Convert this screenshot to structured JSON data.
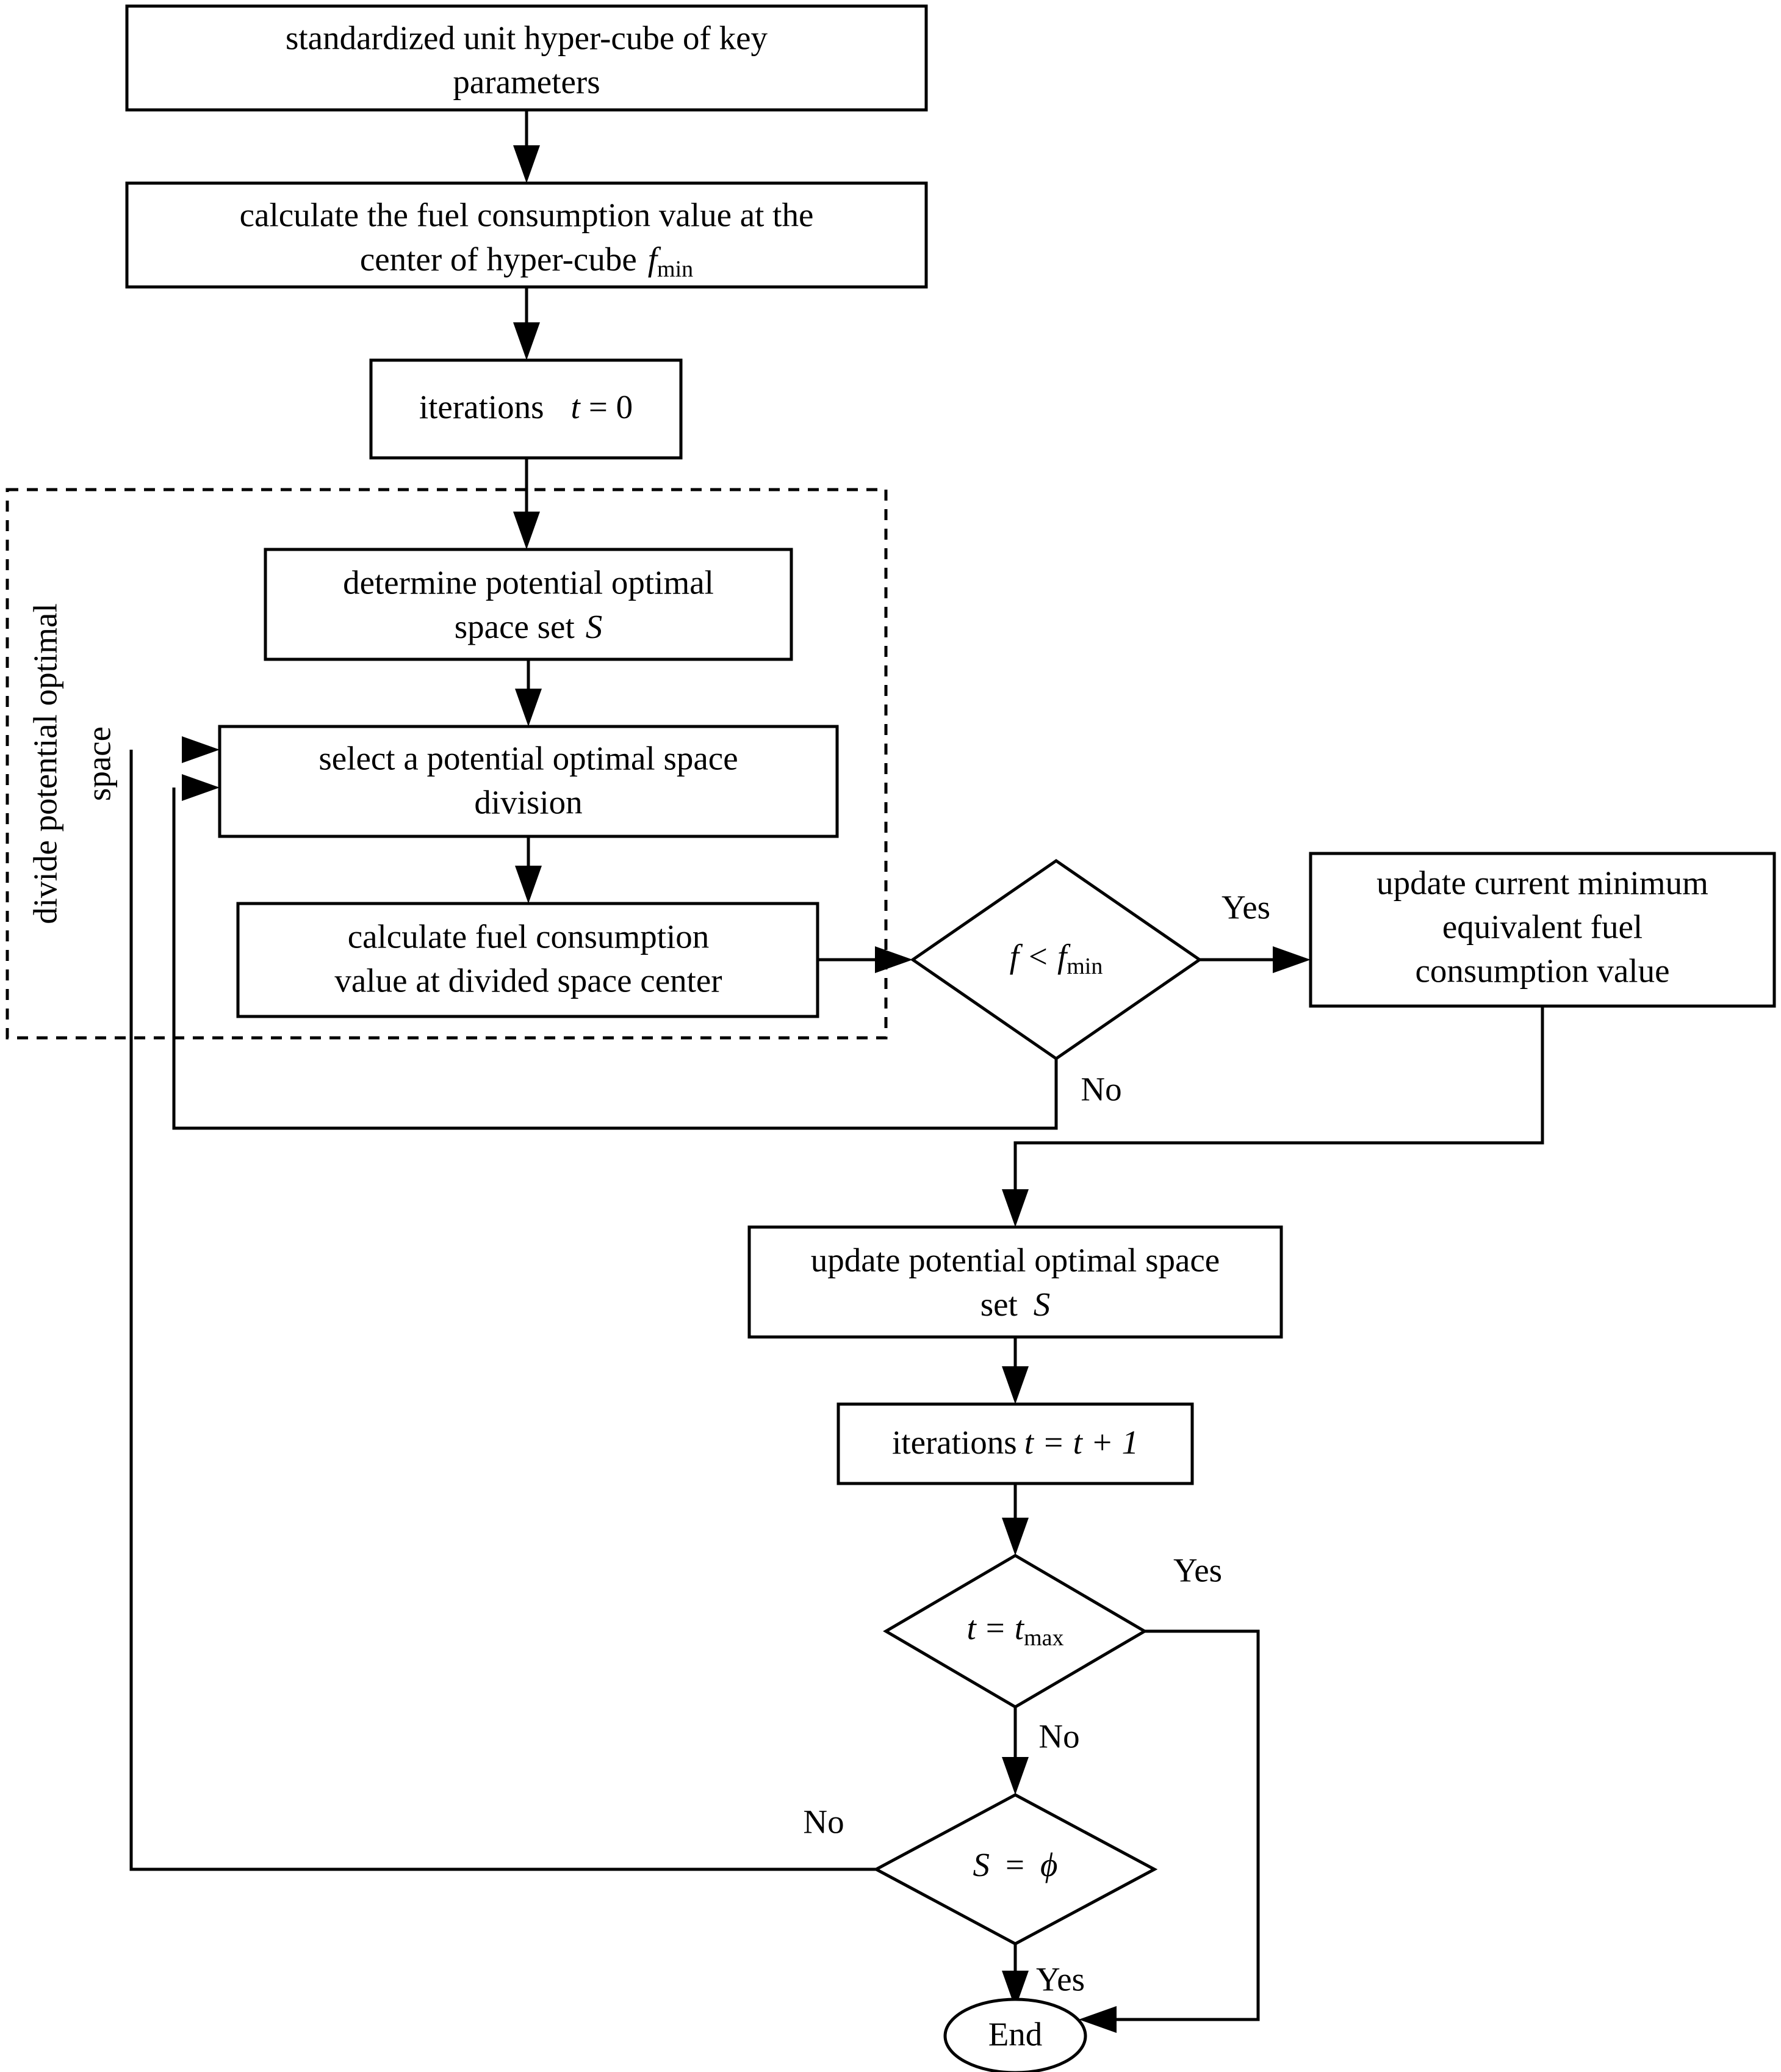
{
  "diagram": {
    "title": "DIRECT global optimization flowchart for minimum equivalent fuel consumption",
    "type": "flowchart",
    "colors": {
      "stroke": "#000000",
      "fill": "#ffffff",
      "text": "#000000"
    },
    "group_label": "divide potential optimal space",
    "nodes": [
      {
        "id": "start",
        "shape": "rect",
        "lines": [
          "standardized unit hyper-cube of key",
          "parameters"
        ]
      },
      {
        "id": "calc_fmin",
        "shape": "rect",
        "lines": [
          "calculate the fuel consumption value at the",
          "center of hyper-cube "
        ],
        "math": "f_min"
      },
      {
        "id": "iter0",
        "shape": "rect",
        "lines": [
          "iterations"
        ],
        "math": "t = 0"
      },
      {
        "id": "determine_s",
        "shape": "rect",
        "lines": [
          "determine potential optimal",
          "space set "
        ],
        "math": "S"
      },
      {
        "id": "select_div",
        "shape": "rect",
        "lines": [
          "select a potential optimal space",
          "division"
        ]
      },
      {
        "id": "calc_div",
        "shape": "rect",
        "lines": [
          "calculate fuel consumption",
          "value at divided space center"
        ]
      },
      {
        "id": "cmp_f",
        "shape": "diamond",
        "lines": [],
        "math": "f < f_min"
      },
      {
        "id": "update_min",
        "shape": "rect",
        "lines": [
          "update current minimum",
          "equivalent fuel",
          "consumption value"
        ]
      },
      {
        "id": "update_s",
        "shape": "rect",
        "lines": [
          "update potential optimal  space",
          "set "
        ],
        "math": "S"
      },
      {
        "id": "iter_inc",
        "shape": "rect",
        "lines": [
          "iterations"
        ],
        "math": "t = t + 1"
      },
      {
        "id": "cmp_t",
        "shape": "diamond",
        "lines": [],
        "math": "t = t_max"
      },
      {
        "id": "cmp_s",
        "shape": "diamond",
        "lines": [],
        "math": "S = phi"
      },
      {
        "id": "end",
        "shape": "ellipse",
        "lines": [
          "End"
        ]
      }
    ],
    "edge_labels": {
      "cmp_f_yes": "Yes",
      "cmp_f_no": "No",
      "cmp_t_yes": "Yes",
      "cmp_t_no": "No",
      "cmp_s_no": "No",
      "cmp_s_yes": "Yes"
    },
    "text": {
      "start_l1": "standardized unit hyper-cube of key",
      "start_l2": "parameters",
      "calc_fmin_l1": "calculate the fuel consumption value at the",
      "calc_fmin_l2": "center of hyper-cube",
      "calc_fmin_f": "f",
      "calc_fmin_sub": "min",
      "iter0_word": "iterations",
      "iter0_t": "t",
      "iter0_eq": "= 0",
      "determine_s_l1": "determine potential optimal",
      "determine_s_l2": "space set",
      "determine_s_S": "S",
      "select_div_l1": "select a potential optimal space",
      "select_div_l2": "division",
      "calc_div_l1": "calculate fuel consumption",
      "calc_div_l2": "value at divided space center",
      "cmp_f_f1": "f",
      "cmp_f_lt": "<",
      "cmp_f_f2": "f",
      "cmp_f_sub": "min",
      "update_min_l1": "update current minimum",
      "update_min_l2": "equivalent fuel",
      "update_min_l3": "consumption value",
      "update_s_l1": "update potential optimal  space",
      "update_s_l2": "set",
      "update_s_S": "S",
      "iter_inc_word": "iterations",
      "iter_inc_math": "t  =  t  +  1",
      "cmp_t_t1": "t",
      "cmp_t_eq": "=",
      "cmp_t_t2": "t",
      "cmp_t_sub": "max",
      "cmp_s_S": "S",
      "cmp_s_eq": "=",
      "cmp_s_phi": "ϕ",
      "end_label": "End",
      "group_label": "divide potential optimal space"
    }
  }
}
